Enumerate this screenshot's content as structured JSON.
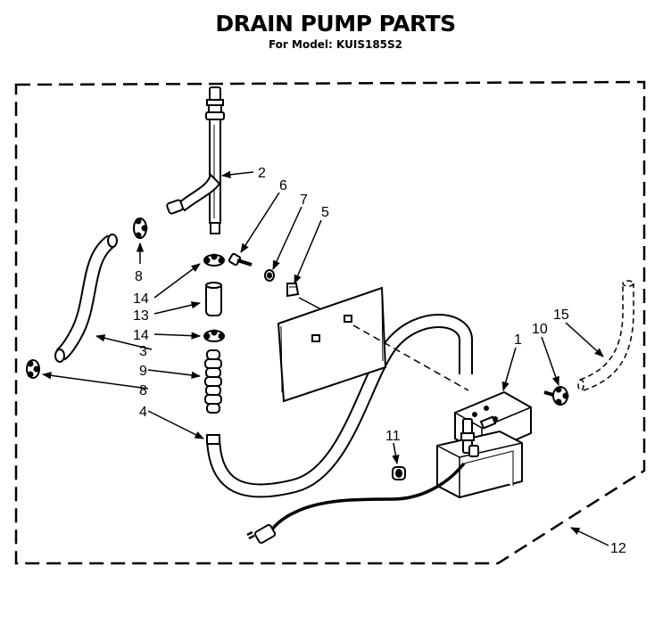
{
  "title": "DRAIN PUMP PARTS",
  "subtitle": "For Model: KUIS185S2",
  "callouts": {
    "c1": "1",
    "c2": "2",
    "c3": "3",
    "c4": "4",
    "c5": "5",
    "c6": "6",
    "c7": "7",
    "c8a": "8",
    "c8b": "8",
    "c9": "9",
    "c10": "10",
    "c11": "11",
    "c12": "12",
    "c13": "13",
    "c14a": "14",
    "c14b": "14",
    "c15": "15"
  }
}
